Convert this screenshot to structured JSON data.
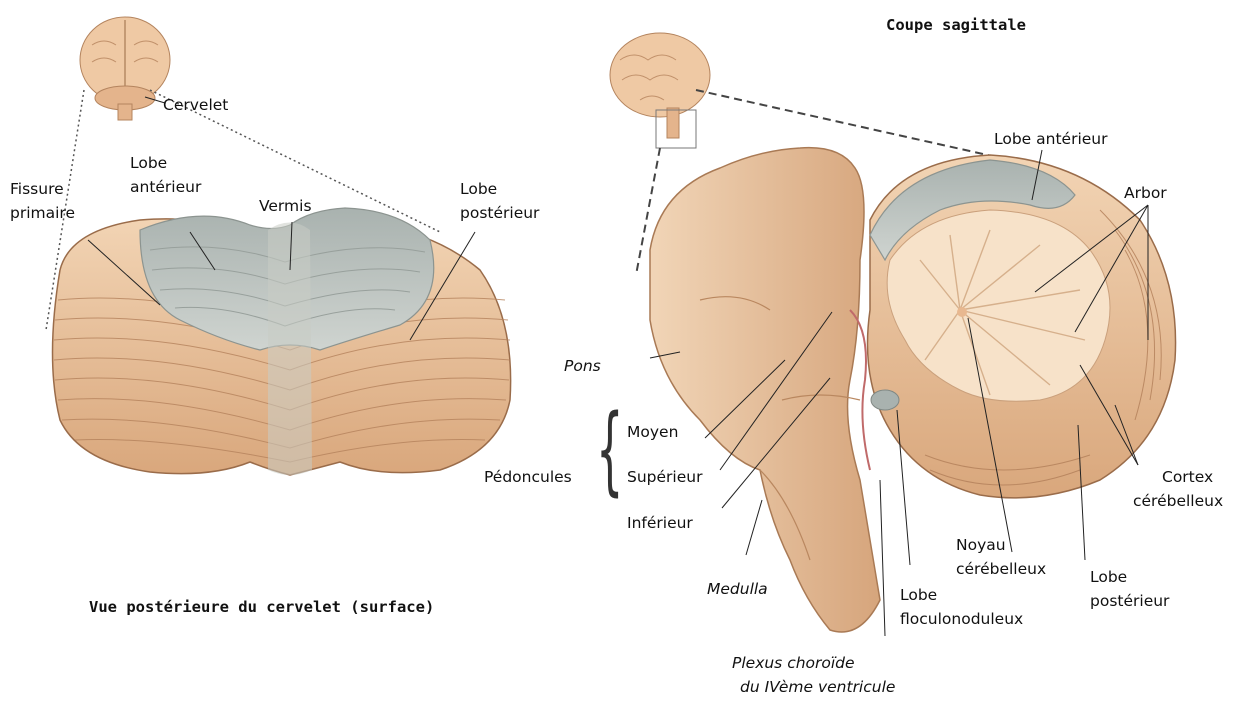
{
  "left_view": {
    "caption": "Vue postérieure du cervelet (surface)",
    "labels": {
      "cervelet": "Cervelet",
      "lobe_anterieur_line1": "Lobe",
      "lobe_anterieur_line2": "antérieur",
      "fissure_primaire_line1": "Fissure",
      "fissure_primaire_line2": "primaire",
      "vermis": "Vermis",
      "lobe_posterieur_line1": "Lobe",
      "lobe_posterieur_line2": "postérieur"
    }
  },
  "right_view": {
    "caption": "Coupe sagittale",
    "labels": {
      "lobe_anterieur": "Lobe antérieur",
      "arbor": "Arbor",
      "pons": "Pons",
      "moyen": "Moyen",
      "superieur": "Supérieur",
      "inferieur": "Inférieur",
      "pedoncules": "Pédoncules",
      "brace": "{",
      "medulla": "Medulla",
      "lobe_flocu_line1": "Lobe",
      "lobe_flocu_line2": "floculonoduleux",
      "noyau_line1": "Noyau",
      "noyau_line2": "cérébelleux",
      "lobe_post_line1": "Lobe",
      "lobe_post_line2": "postérieur",
      "cortex_line1": "Cortex",
      "cortex_line2": "cérébelleux",
      "plexus_line1": "Plexus choroïde",
      "plexus_line2": "du IVème ventricule"
    }
  },
  "colors": {
    "flesh": "#e9c29c",
    "flesh_dark": "#c99a72",
    "grey_lobe": "#b9c0bd",
    "outline": "#9a6c4a"
  }
}
